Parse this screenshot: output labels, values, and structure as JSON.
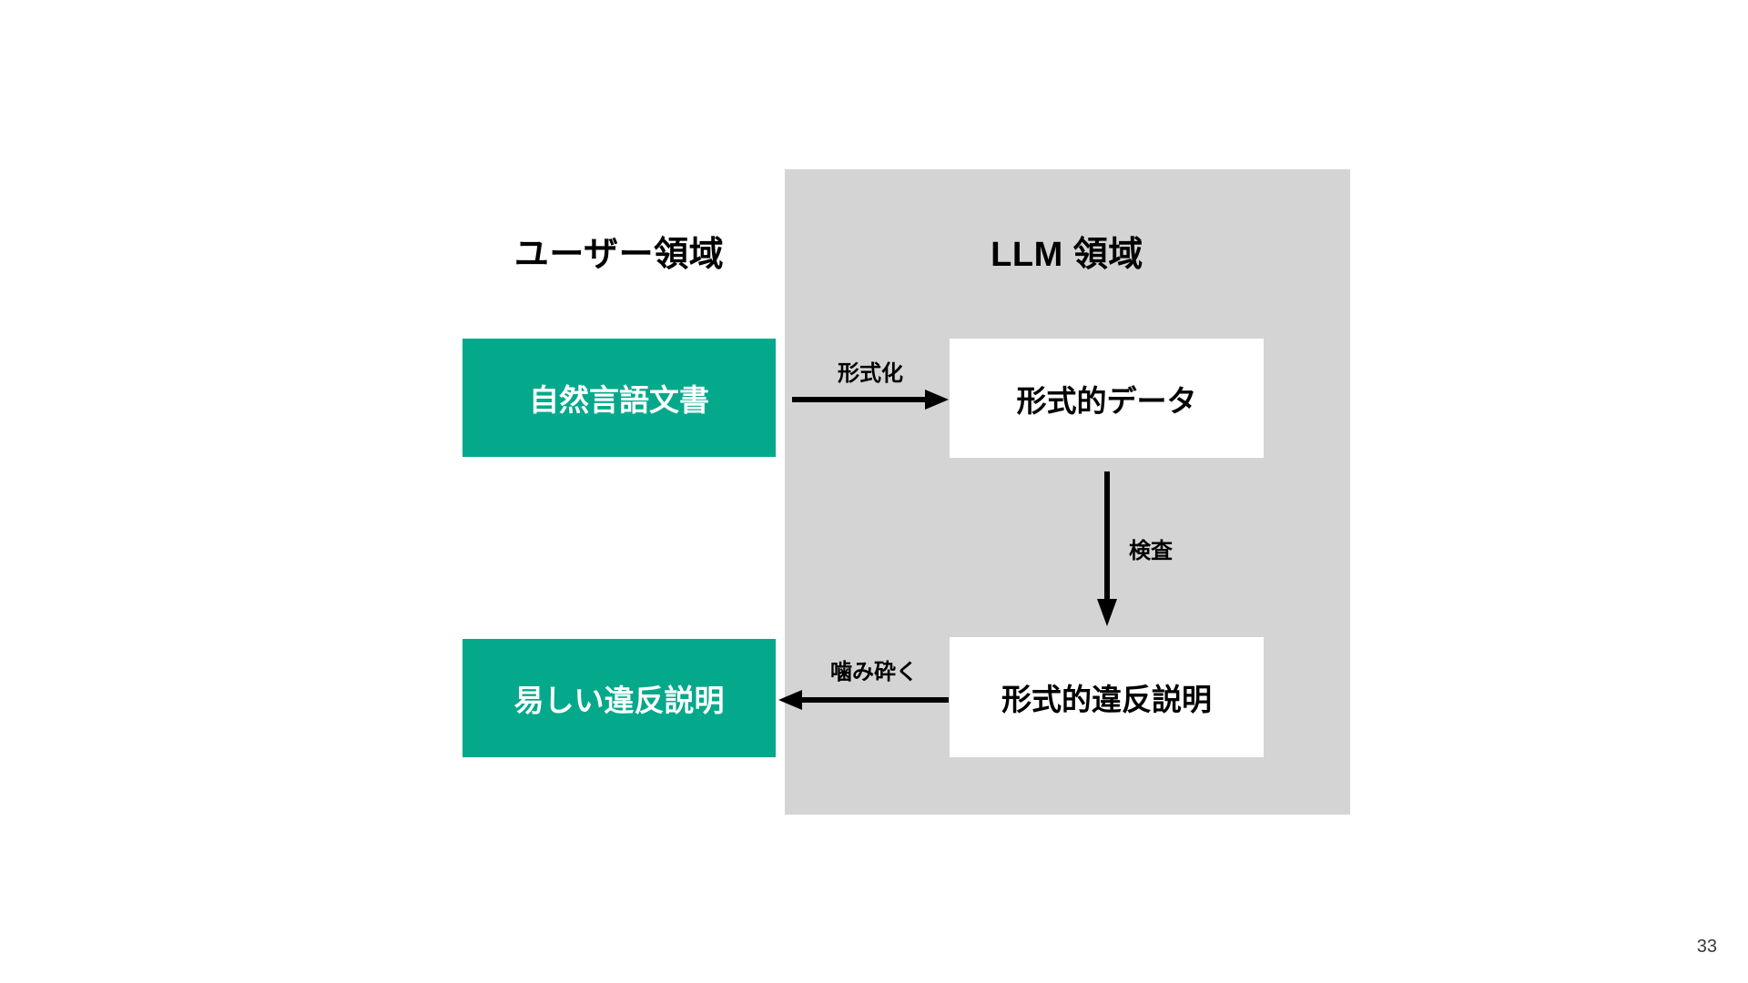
{
  "slide": {
    "page_number": "33",
    "background_color": "#ffffff"
  },
  "colors": {
    "domain_panel": "#d4d4d4",
    "user_node": "#04a98b",
    "llm_node": "#ffffff",
    "arrow": "#000000",
    "text_dark": "#000000",
    "text_light": "#ffffff"
  },
  "columns": {
    "user": {
      "title": "ユーザー領域"
    },
    "llm": {
      "title": "LLM 領域"
    }
  },
  "nodes": {
    "natural_language_document": "自然言語文書",
    "formal_data": "形式的データ",
    "easy_violation_explanation": "易しい違反説明",
    "formal_violation_explanation": "形式的違反説明"
  },
  "edges": {
    "formalize": "形式化",
    "inspect": "検査",
    "simplify": "噛み砕く"
  },
  "diagram_data": {
    "type": "flow",
    "containers": [
      {
        "id": "user-domain",
        "label": "ユーザー領域",
        "style": "transparent"
      },
      {
        "id": "llm-domain",
        "label": "LLM 領域",
        "style": "gray-panel"
      }
    ],
    "nodes": [
      {
        "id": "nl-doc",
        "label": "自然言語文書",
        "container": "user-domain",
        "row": 1,
        "fill": "#04a98b",
        "text": "#ffffff"
      },
      {
        "id": "formal-data",
        "label": "形式的データ",
        "container": "llm-domain",
        "row": 1,
        "fill": "#ffffff",
        "text": "#000000"
      },
      {
        "id": "easy-violation",
        "label": "易しい違反説明",
        "container": "user-domain",
        "row": 2,
        "fill": "#04a98b",
        "text": "#ffffff"
      },
      {
        "id": "formal-violation",
        "label": "形式的違反説明",
        "container": "llm-domain",
        "row": 2,
        "fill": "#ffffff",
        "text": "#000000"
      }
    ],
    "edges": [
      {
        "from": "nl-doc",
        "to": "formal-data",
        "label": "形式化",
        "direction": "right"
      },
      {
        "from": "formal-data",
        "to": "formal-violation",
        "label": "検査",
        "direction": "down"
      },
      {
        "from": "formal-violation",
        "to": "easy-violation",
        "label": "噛み砕く",
        "direction": "left"
      }
    ]
  }
}
